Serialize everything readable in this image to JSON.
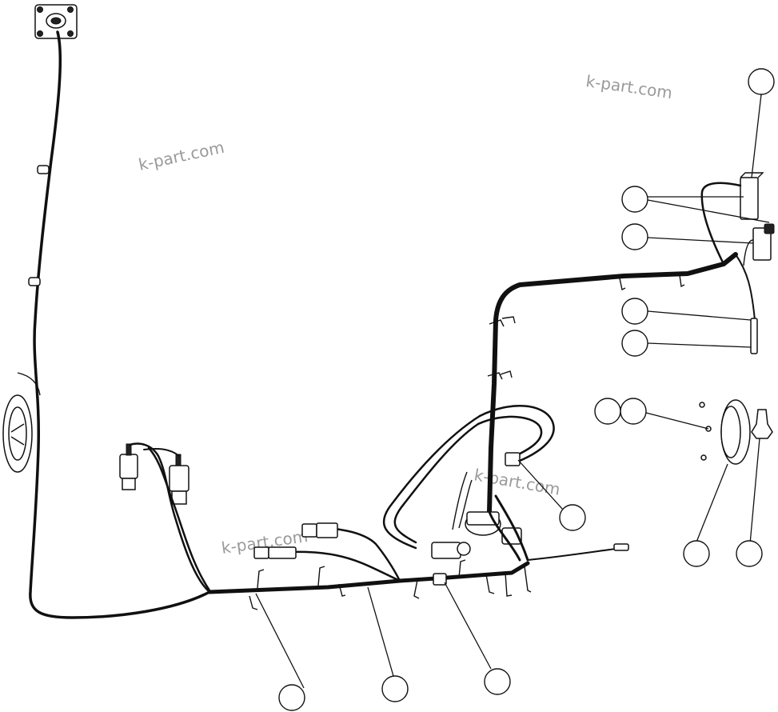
{
  "watermarks": [
    {
      "text": "k-part.com",
      "angle": -12
    },
    {
      "text": "k-part.com",
      "angle": 8
    },
    {
      "text": "k-part.com",
      "angle": 10
    },
    {
      "text": "k-part.com",
      "angle": -8
    }
  ],
  "callouts_count": 13
}
